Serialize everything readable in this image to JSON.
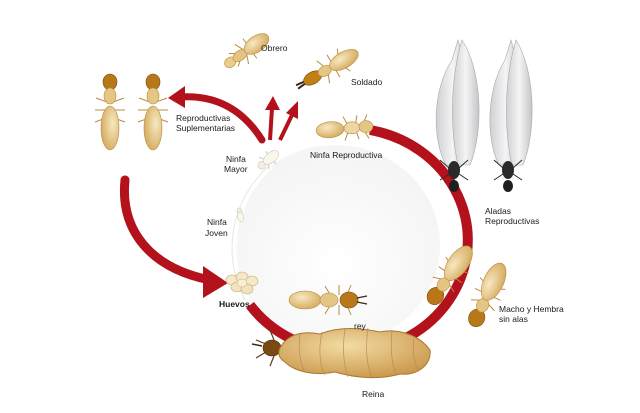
{
  "colors": {
    "cycle": "#b3121c",
    "cycle_dark": "#8a0c14",
    "termite_body": "#e8cf95",
    "termite_head": "#c98a1e",
    "queen_body": "#e2c07e",
    "wing": "#d9dadb",
    "winged_body": "#2a2a2a"
  },
  "labels": {
    "obrero": "Obrero",
    "soldado": "Soldado",
    "reproductivas_suplementarias_1": "Reproductivas",
    "reproductivas_suplementarias_2": "Suplementarias",
    "ninfa_mayor_1": "Ninfa",
    "ninfa_mayor_2": "Mayor",
    "ninfa_reproductiva": "Ninfa Reproductiva",
    "ninfa_joven_1": "Ninfa",
    "ninfa_joven_2": "Joven",
    "aladas_1": "Aladas",
    "aladas_2": "Reproductivas",
    "huevos": "Huevos",
    "macho_hembra_1": "Macho y Hembra",
    "macho_hembra_2": "sin alas",
    "rey": "rey",
    "reina": "Reina"
  },
  "icons": [
    "termite-worker-icon",
    "termite-soldier-icon",
    "termite-nymph-icon",
    "winged-termite-icon",
    "termite-queen-icon",
    "termite-king-icon",
    "eggs-icon"
  ]
}
